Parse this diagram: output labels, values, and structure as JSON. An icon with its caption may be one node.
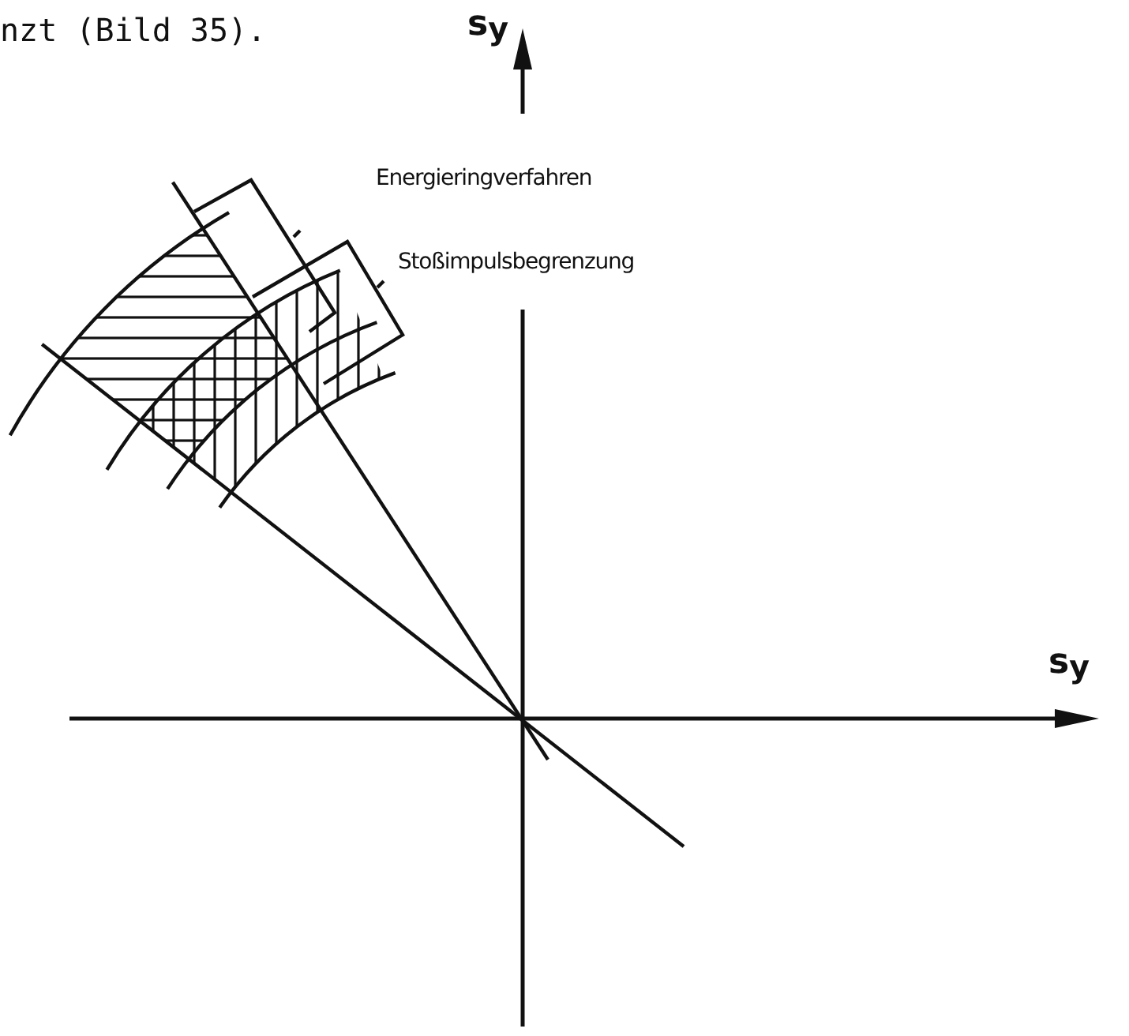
{
  "diagram": {
    "labels": [
      "nzt (Bild 35).",
      "s$_{y}$",
      "Energieringverfahren",
      "Stoßimpulsbegrenzung",
      "s$_{y}$"
    ]
  }
}
